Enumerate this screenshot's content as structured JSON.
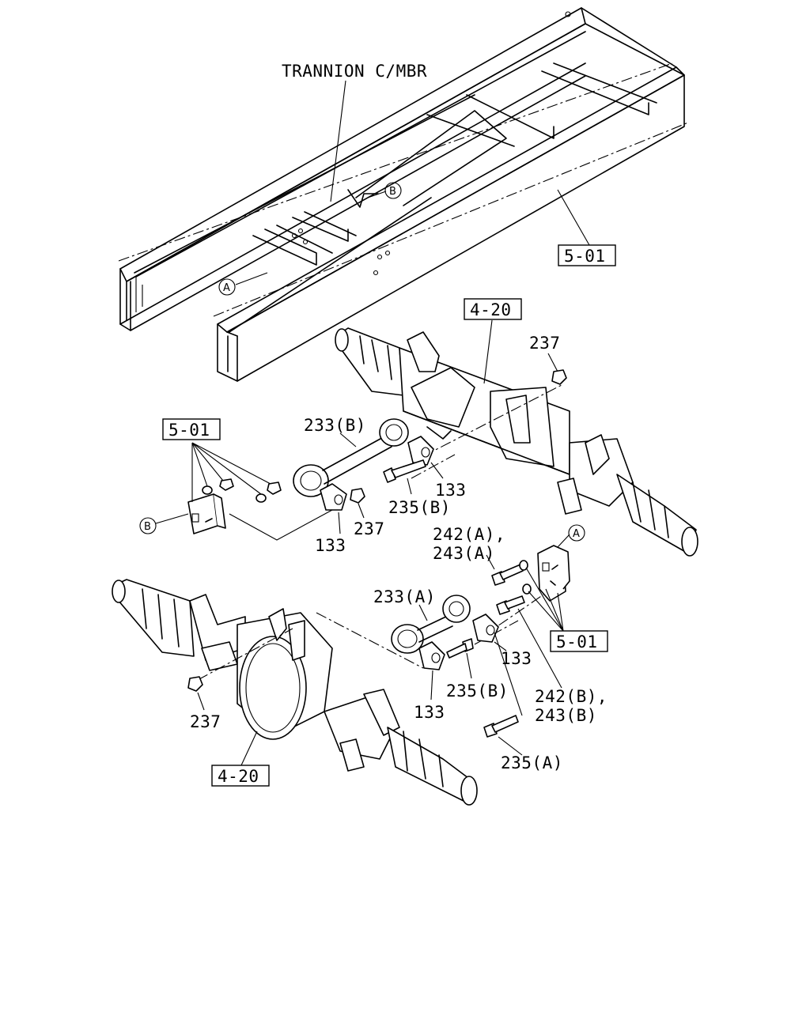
{
  "labels": {
    "trannion": "TRANNION C/MBR",
    "ref_frame_top": "5-01",
    "ref_axle_top": "4-20",
    "ref_bracket_left": "5-01",
    "ref_bracket_right": "5-01",
    "ref_axle_bottom": "4-20",
    "nut_237_top": "237",
    "rod_233b": "233(B)",
    "bush_133_upper_right": "133",
    "bolt_235b_upper": "235(B)",
    "nut_237_mid": "237",
    "bush_133_upper_left": "133",
    "bolt_242a": "242(A),",
    "bolt_243a": "243(A)",
    "rod_233a": "233(A)",
    "bush_133_lower_right": "133",
    "bolt_235b_lower": "235(B)",
    "bush_133_lower_left": "133",
    "bolt_242b": "242(B),",
    "bolt_243b": "243(B)",
    "nut_237_bottom": "237",
    "bolt_235a": "235(A)"
  },
  "markers": {
    "a_frame": "A",
    "b_frame": "B",
    "b_bracket": "B",
    "a_bracket": "A"
  }
}
